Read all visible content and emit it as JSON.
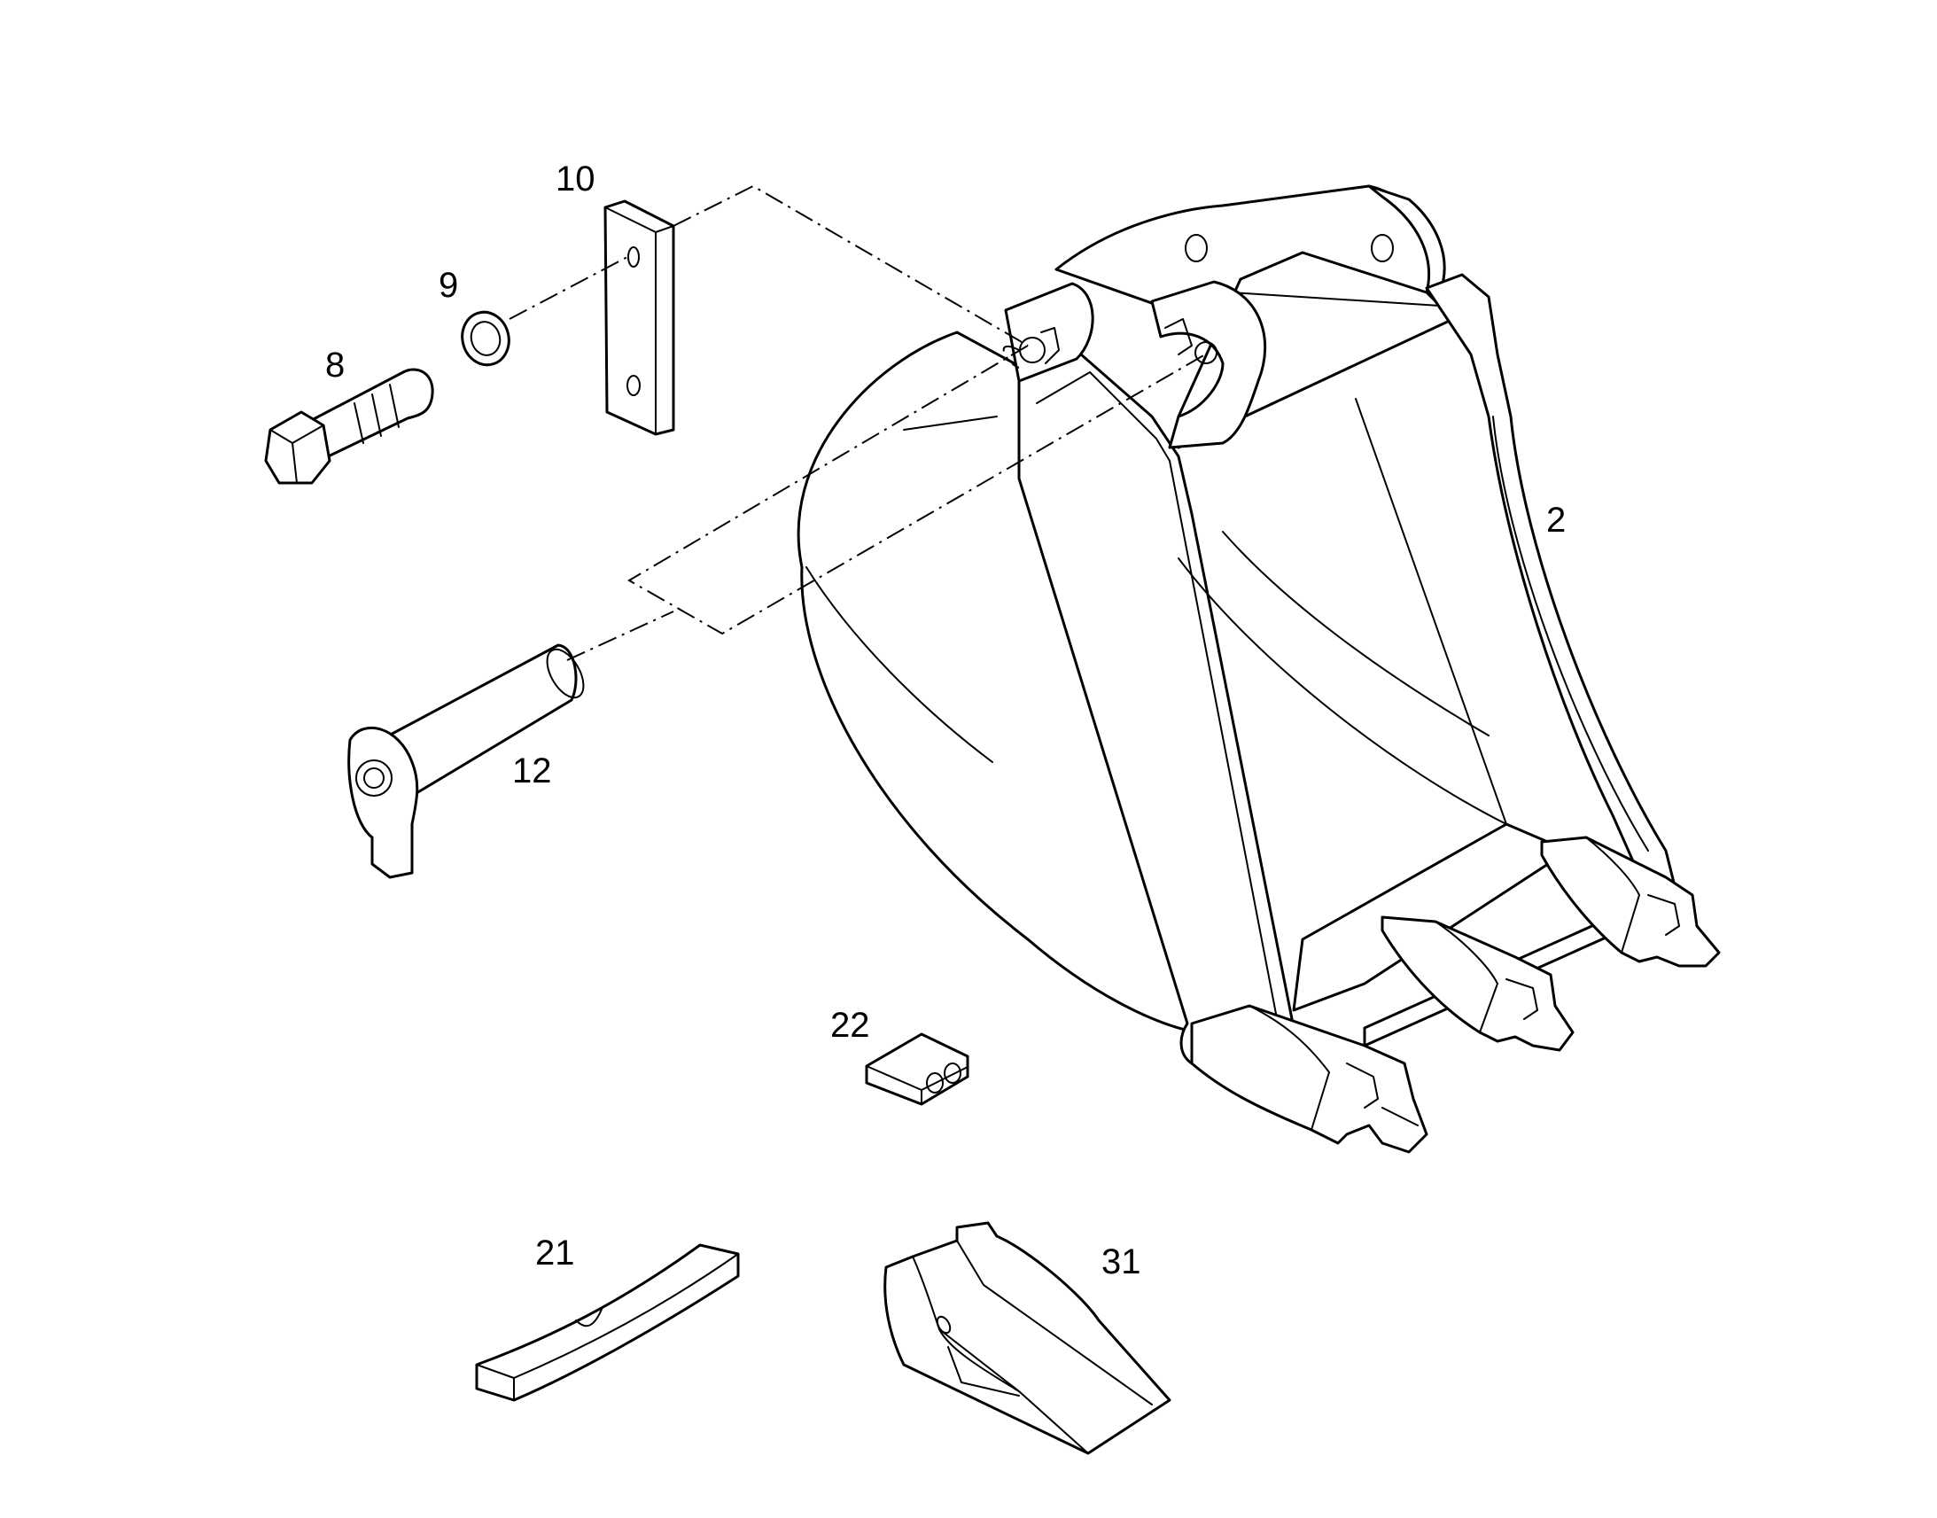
{
  "diagram": {
    "parts": [
      {
        "key": "bucket",
        "label": "2"
      },
      {
        "key": "bolt",
        "label": "8"
      },
      {
        "key": "washer",
        "label": "9"
      },
      {
        "key": "plate",
        "label": "10"
      },
      {
        "key": "pin",
        "label": "12"
      },
      {
        "key": "wear_strip",
        "label": "21"
      },
      {
        "key": "retainer",
        "label": "22"
      },
      {
        "key": "tooth",
        "label": "31"
      }
    ]
  },
  "colors": {
    "line": "#000000",
    "background": "#ffffff"
  }
}
